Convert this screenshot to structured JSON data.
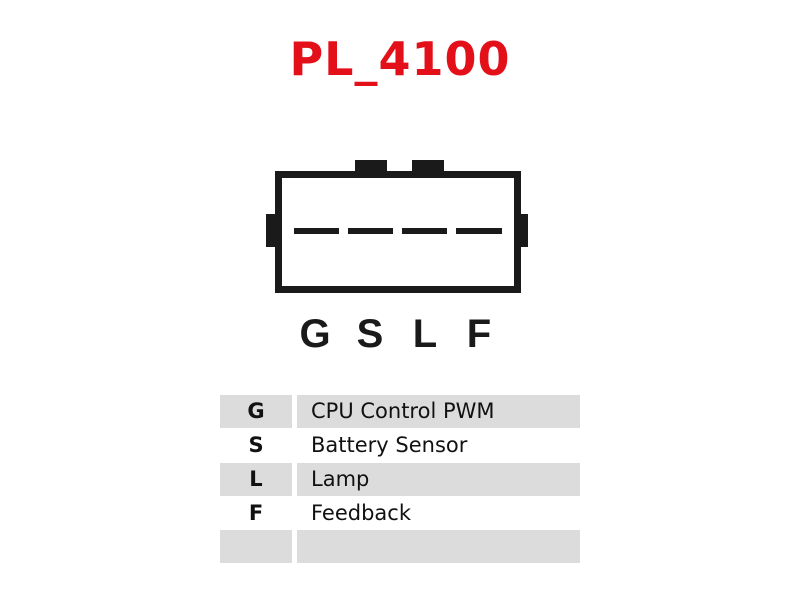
{
  "title": "PL_4100",
  "title_color": "#e3101a",
  "pin_labels": [
    "G",
    "S",
    "L",
    "F"
  ],
  "table": [
    {
      "pin": "G",
      "function": "CPU Control PWM"
    },
    {
      "pin": "S",
      "function": "Battery Sensor"
    },
    {
      "pin": "L",
      "function": "Lamp"
    },
    {
      "pin": "F",
      "function": "Feedback"
    },
    {
      "pin": "",
      "function": ""
    }
  ]
}
